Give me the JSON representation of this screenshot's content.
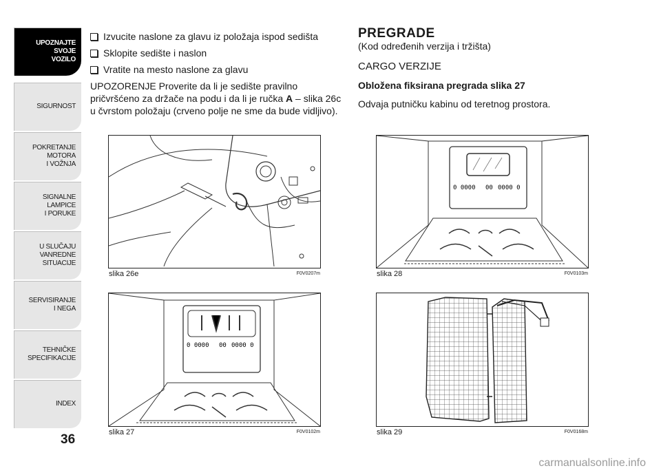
{
  "sidebar": {
    "tabs": [
      {
        "label": "UPOZNAJTE\nSVOJE\nVOZILO",
        "active": true
      },
      {
        "label": "SIGURNOST",
        "active": false
      },
      {
        "label": "POKRETANJE\nMOTORA\nI VOŽNJA",
        "active": false
      },
      {
        "label": "SIGNALNE\nLAMPICE\nI PORUKE",
        "active": false
      },
      {
        "label": "U SLUČAJU\nVANREDNE\nSITUACIJE",
        "active": false
      },
      {
        "label": "SERVISIRANJE\nI NEGA",
        "active": false
      },
      {
        "label": "TEHNIČKE\nSPECIFIKACIJE",
        "active": false
      },
      {
        "label": "INDEX",
        "active": false
      }
    ]
  },
  "page_number": "36",
  "left": {
    "bullets": [
      "Izvucite naslone za glavu iz položaja ispod sedišta",
      "Sklopite sedište i naslon",
      "Vratite na mesto naslone za glavu"
    ],
    "warning_intro": "UPOZORENJE",
    "warning_text_1": " Proverite da li je sedište pravilno pričvršćeno za držače na podu i da li je ručka ",
    "warning_handle": "A",
    "warning_text_2": " – slika 26c u čvrstom položaju (crveno polje ne sme da bude vidljivo)."
  },
  "right": {
    "title": "PREGRADE",
    "subtitle": "(Kod određenih verzija i tržišta)",
    "section": "CARGO VERZIJE",
    "subsection": "Obložena fiksirana pregrada slika 27",
    "paragraph": "Odvaja putničku kabinu od teretnog prostora."
  },
  "figures": {
    "fig26e": {
      "caption": "slika 26e",
      "code": "F0V0207m"
    },
    "fig27": {
      "caption": "slika 27",
      "code": "F0V0102m"
    },
    "fig28": {
      "caption": "slika 28",
      "code": "F0V0103m"
    },
    "fig29": {
      "caption": "slika 29",
      "code": "F0V0168m"
    },
    "panel_text": "0 0000",
    "panel_text2": "00",
    "panel_text3": "0000 0"
  },
  "watermark": "carmanualsonline.info"
}
